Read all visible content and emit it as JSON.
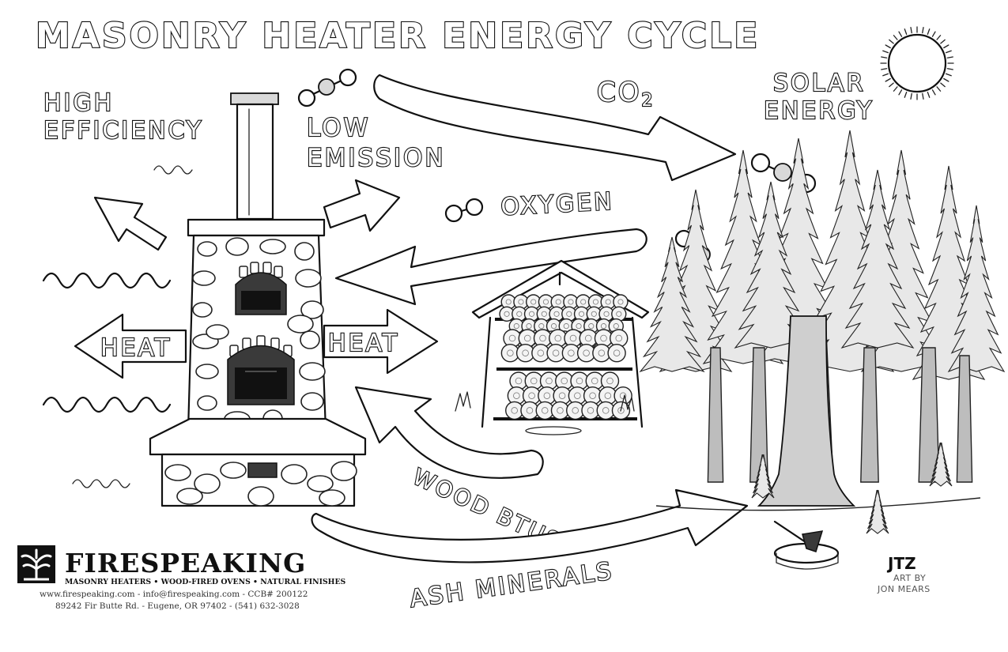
{
  "title": "MASONRY HEATER ENERGY CYCLE",
  "labels": {
    "high": "HIGH",
    "efficiency": "EFFICIENCY",
    "low": "LOW",
    "emission": "EMISSION",
    "co2_main": "CO",
    "co2_sub": "2",
    "solar": "SOLAR",
    "energy": "ENERGY",
    "oxygen": "OXYGEN",
    "heat_left": "HEAT",
    "heat_right": "HEAT",
    "wood_btus": "WOOD BTUS",
    "ash_minerals": "ASH MINERALS"
  },
  "brand": {
    "name": "FIRESPEAKING",
    "tagline": "MASONRY HEATERS • WOOD-FIRED OVENS • NATURAL FINISHES",
    "contact_line": "www.firespeaking.com - info@firespeaking.com - CCB# 200122",
    "address_line": "89242 Fir Butte Rd. - Eugene, OR 97402 - (541) 632-3028"
  },
  "credit": {
    "monogram": "JTZ",
    "line1": "ART BY",
    "line2": "JON MEARS"
  },
  "icons": [
    "co2-molecule-icon",
    "oxygen-molecule-icon",
    "sun-icon",
    "heat-wave-icon",
    "tree-icon",
    "axe-icon",
    "firespeaking-logo-icon"
  ]
}
